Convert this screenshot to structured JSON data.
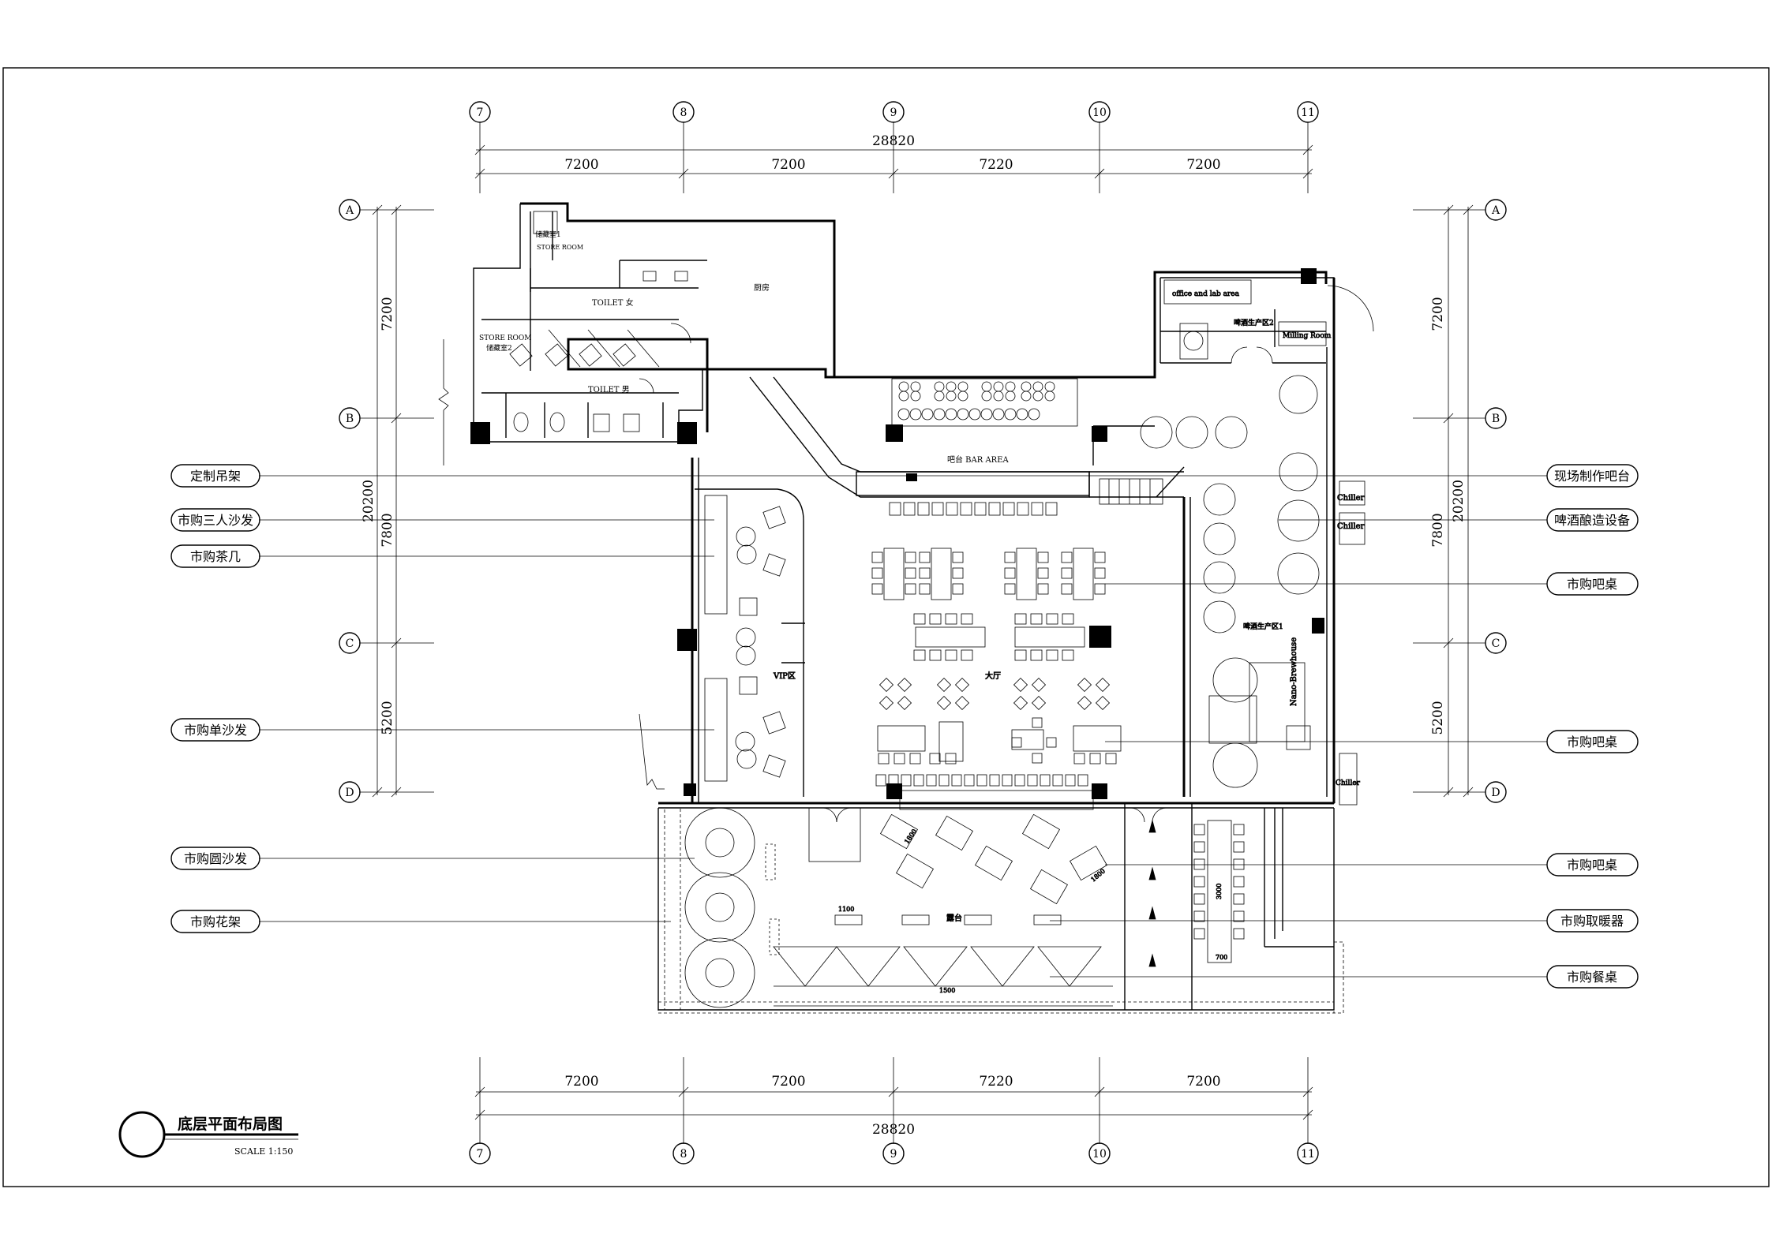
{
  "title": "底层平面布局图",
  "scale": "SCALE 1:150",
  "grid": {
    "columns": [
      "7",
      "8",
      "9",
      "10",
      "11"
    ],
    "rows": [
      "A",
      "B",
      "C",
      "D"
    ]
  },
  "dimensions": {
    "total_horizontal": "28820",
    "bays_horizontal": [
      "7200",
      "7200",
      "7220",
      "7200"
    ],
    "total_vertical": "20200",
    "bays_vertical": [
      "7200",
      "7800",
      "5200"
    ]
  },
  "left_labels": [
    "定制吊架",
    "市购三人沙发",
    "市购茶几",
    "市购单沙发",
    "市购圆沙发",
    "市购花架"
  ],
  "right_labels": [
    "现场制作吧台",
    "啤酒酿造设备",
    "市购吧桌",
    "市购吧桌",
    "市购吧桌",
    "市购取暖器",
    "市购餐桌"
  ],
  "room_labels": {
    "storage_1": "储藏室1",
    "store_room_1": "STORE ROOM",
    "toilet_female": "TOILET 女",
    "toilet_male": "TOILET 男",
    "store_room_2": "STORE ROOM",
    "storage_2": "储藏室2",
    "kitchen": "厨房",
    "bar": "吧台 BAR AREA",
    "office": "office and lab area",
    "brew_2": "啤酒生产区2",
    "milling": "Milling Room",
    "chiller_1": "Chiller",
    "chiller_2": "Chiller",
    "brew_1": "啤酒生产区1",
    "nano": "Nano-Brewhouse",
    "vip": "VIP区",
    "hall": "大厅",
    "terrace": "露台",
    "chiller_3": "Chiller"
  },
  "inline_dims": [
    "1100",
    "1800",
    "3000",
    "700",
    "1500",
    "1800"
  ]
}
